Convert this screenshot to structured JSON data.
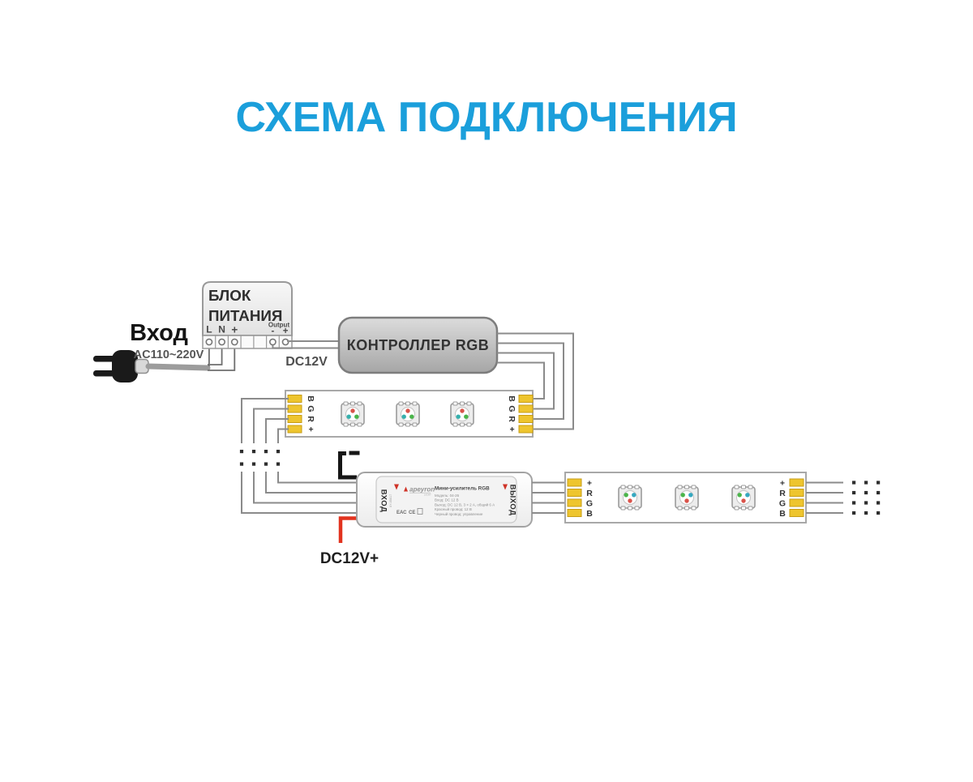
{
  "title": {
    "text": "СХЕМА ПОДКЛЮЧЕНИЯ",
    "color": "#1b9fdb"
  },
  "input": {
    "label": "Вход",
    "voltage": "AC110~220V"
  },
  "psu": {
    "name_line1": "БЛОК",
    "name_line2": "ПИТАНИЯ",
    "terminals": [
      "L",
      "N",
      "+"
    ],
    "output_label": "Output",
    "output_minus": "-",
    "output_plus": "+",
    "dc_label": "DC12V"
  },
  "controller": {
    "label": "КОНТРОЛЛЕР RGB"
  },
  "strip1": {
    "pads": [
      "B",
      "G",
      "R",
      "+"
    ]
  },
  "strip2": {
    "pads": [
      "+",
      "R",
      "G",
      "B"
    ]
  },
  "amplifier": {
    "input_label": "ВХОД",
    "output_label": "ВЫХОД",
    "brand": "apeyron",
    "brand_sub": "LIGHT",
    "title": "Мини-усилитель RGB",
    "specs": [
      "Модель: 04-26",
      "Вход: DC 12 В",
      "Выход: DC 12 В, 3 × 2 А, общий 6 А",
      "Красный провод: 12 В",
      "Черный провод: управление"
    ],
    "side_code": "XY-05017",
    "cert1": "ЕАС",
    "cert2": "CE",
    "dc_label": "DC12V+"
  },
  "colors": {
    "accent_blue": "#1b9fdb",
    "pad_yellow": "#eec52e",
    "wire_gray": "#8b8b8b",
    "red_wire": "#e2331f",
    "black_wire": "#161616",
    "led_red": "#d9534a",
    "led_teal": "#35b0ad",
    "led_green": "#4ab54a"
  }
}
